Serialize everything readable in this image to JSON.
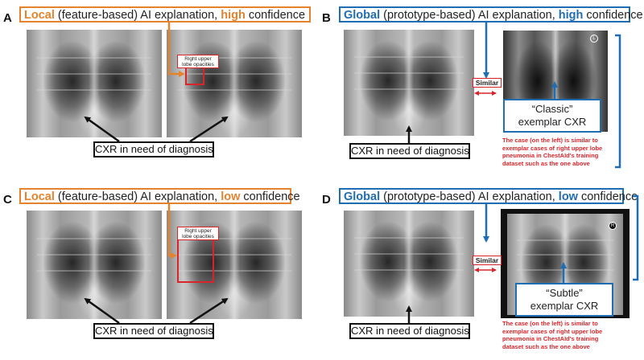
{
  "panels": {
    "A": {
      "letter": "A",
      "title": {
        "kw1": "Local",
        "mid": " (feature-based) AI explanation, ",
        "kw2": "high",
        "end": " confidence"
      },
      "region_label": "Right upper lobe opacities",
      "cxr_label": "CXR in need of diagnosis"
    },
    "B": {
      "letter": "B",
      "title": {
        "kw1": "Global",
        "mid": " (prototype-based) AI explanation, ",
        "kw2": "high",
        "end": " confidence"
      },
      "similar_label": "Similar",
      "exemplar_line1": "“Classic”",
      "exemplar_line2": "exemplar CXR",
      "cxr_label": "CXR in need of diagnosis",
      "caption": [
        "The case (on the left) is similar to",
        "exemplar cases  of  right upper lobe",
        "pneumonia in ChestAId's  training",
        "dataset such as the one above"
      ],
      "marker": "L"
    },
    "C": {
      "letter": "C",
      "title": {
        "kw1": "Local",
        "mid": " (feature-based) AI explanation, ",
        "kw2": "low",
        "end": " confidence"
      },
      "region_label": "Right upper lobe opacities",
      "cxr_label": "CXR in need of diagnosis"
    },
    "D": {
      "letter": "D",
      "title": {
        "kw1": "Global",
        "mid": " (prototype-based) AI explanation, ",
        "kw2": "low",
        "end": " confidence"
      },
      "similar_label": "Similar",
      "exemplar_line1": "“Subtle”",
      "exemplar_line2": "exemplar CXR",
      "cxr_label": "CXR in need of diagnosis",
      "caption": [
        "The case (on the left) is similar to",
        "exemplar cases  of  right upper lobe",
        "pneumonia in ChestAId's  training",
        "dataset such as the one above"
      ],
      "marker": "R"
    }
  },
  "colors": {
    "orange": "#e4832e",
    "blue": "#1f6db3",
    "red": "#d9252a",
    "black": "#111111"
  }
}
